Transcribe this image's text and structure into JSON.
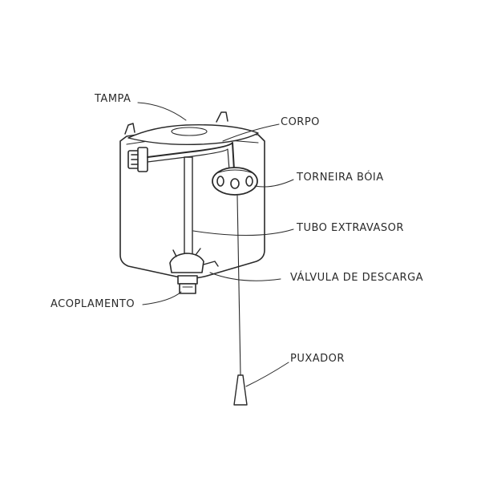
{
  "colors": {
    "line": "#2a2a2a",
    "fill": "#ffffff",
    "shade": "#f2f2f2"
  },
  "labels": {
    "tampa": "TAMPA",
    "corpo": "CORPO",
    "torneira_boia": "TORNEIRA BÓIA",
    "tubo_extravasor": "TUBO EXTRAVASOR",
    "valvula_descarga": "VÁLVULA DE DESCARGA",
    "acoplamento": "ACOPLAMENTO",
    "puxador": "PUXADOR"
  }
}
